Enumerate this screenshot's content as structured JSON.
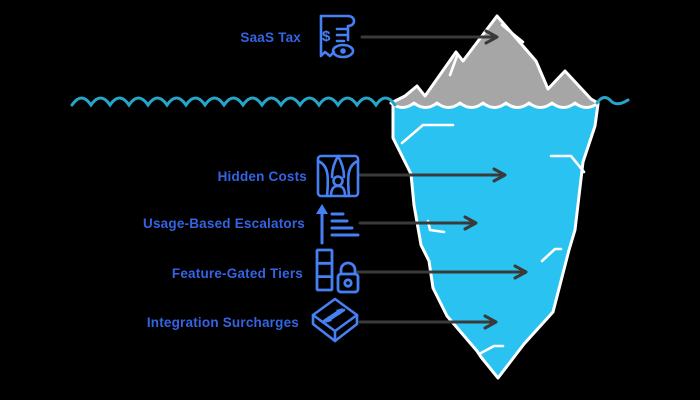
{
  "diagram": {
    "type": "iceberg-infographic",
    "above_water": {
      "label": "SaaS Tax",
      "icon": "invoice-eye-icon",
      "currency_glyph": "$"
    },
    "below_water": [
      {
        "label": "Hidden Costs",
        "icon": "curtain-person-icon"
      },
      {
        "label": "Usage-Based Escalators",
        "icon": "rising-lines-icon"
      },
      {
        "label": "Feature-Gated Tiers",
        "icon": "tiers-lock-icon"
      },
      {
        "label": "Integration Surcharges",
        "icon": "integration-cube-icon"
      }
    ]
  },
  "colors": {
    "background": "#000000",
    "label_text": "#3364e4",
    "icon_stroke": "#4680f5",
    "iceberg_above_water": "#a6a6a6",
    "iceberg_below_water": "#29c2f1",
    "iceberg_outline": "#ffffff",
    "waterline": "#26a5c9",
    "arrow": "#3a3a3a"
  }
}
